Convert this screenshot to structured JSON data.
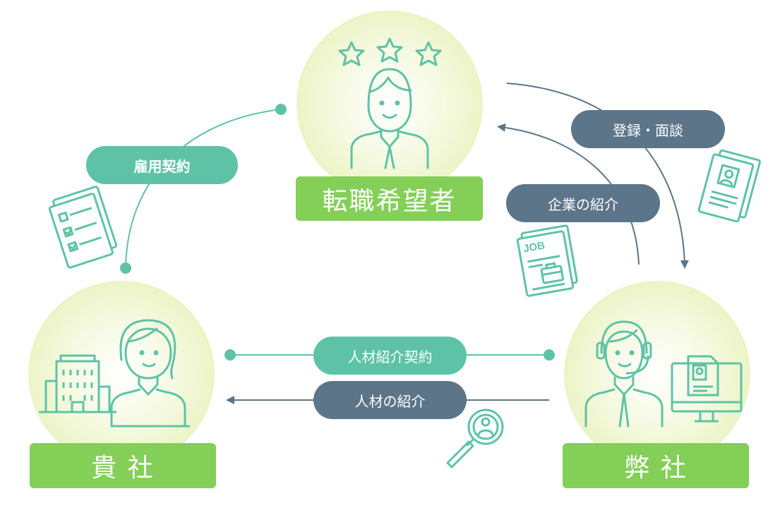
{
  "nodes": {
    "candidate": {
      "label": "転職希望者"
    },
    "client": {
      "label": "貴 社"
    },
    "agency": {
      "label": "弊 社"
    }
  },
  "flows": {
    "employment_contract": "雇用契約",
    "registration_interview": "登録・面談",
    "company_introduction": "企業の紹介",
    "talent_contract": "人材紹介契約",
    "talent_introduction": "人材の紹介"
  },
  "document_icon": {
    "job_text": "JOB"
  },
  "colors": {
    "teal": "#5ec3a6",
    "slate": "#5c7589",
    "green_label": "#84cf58",
    "circle_fill": "#f0f6d3",
    "icon_line": "#5ec3a6"
  }
}
